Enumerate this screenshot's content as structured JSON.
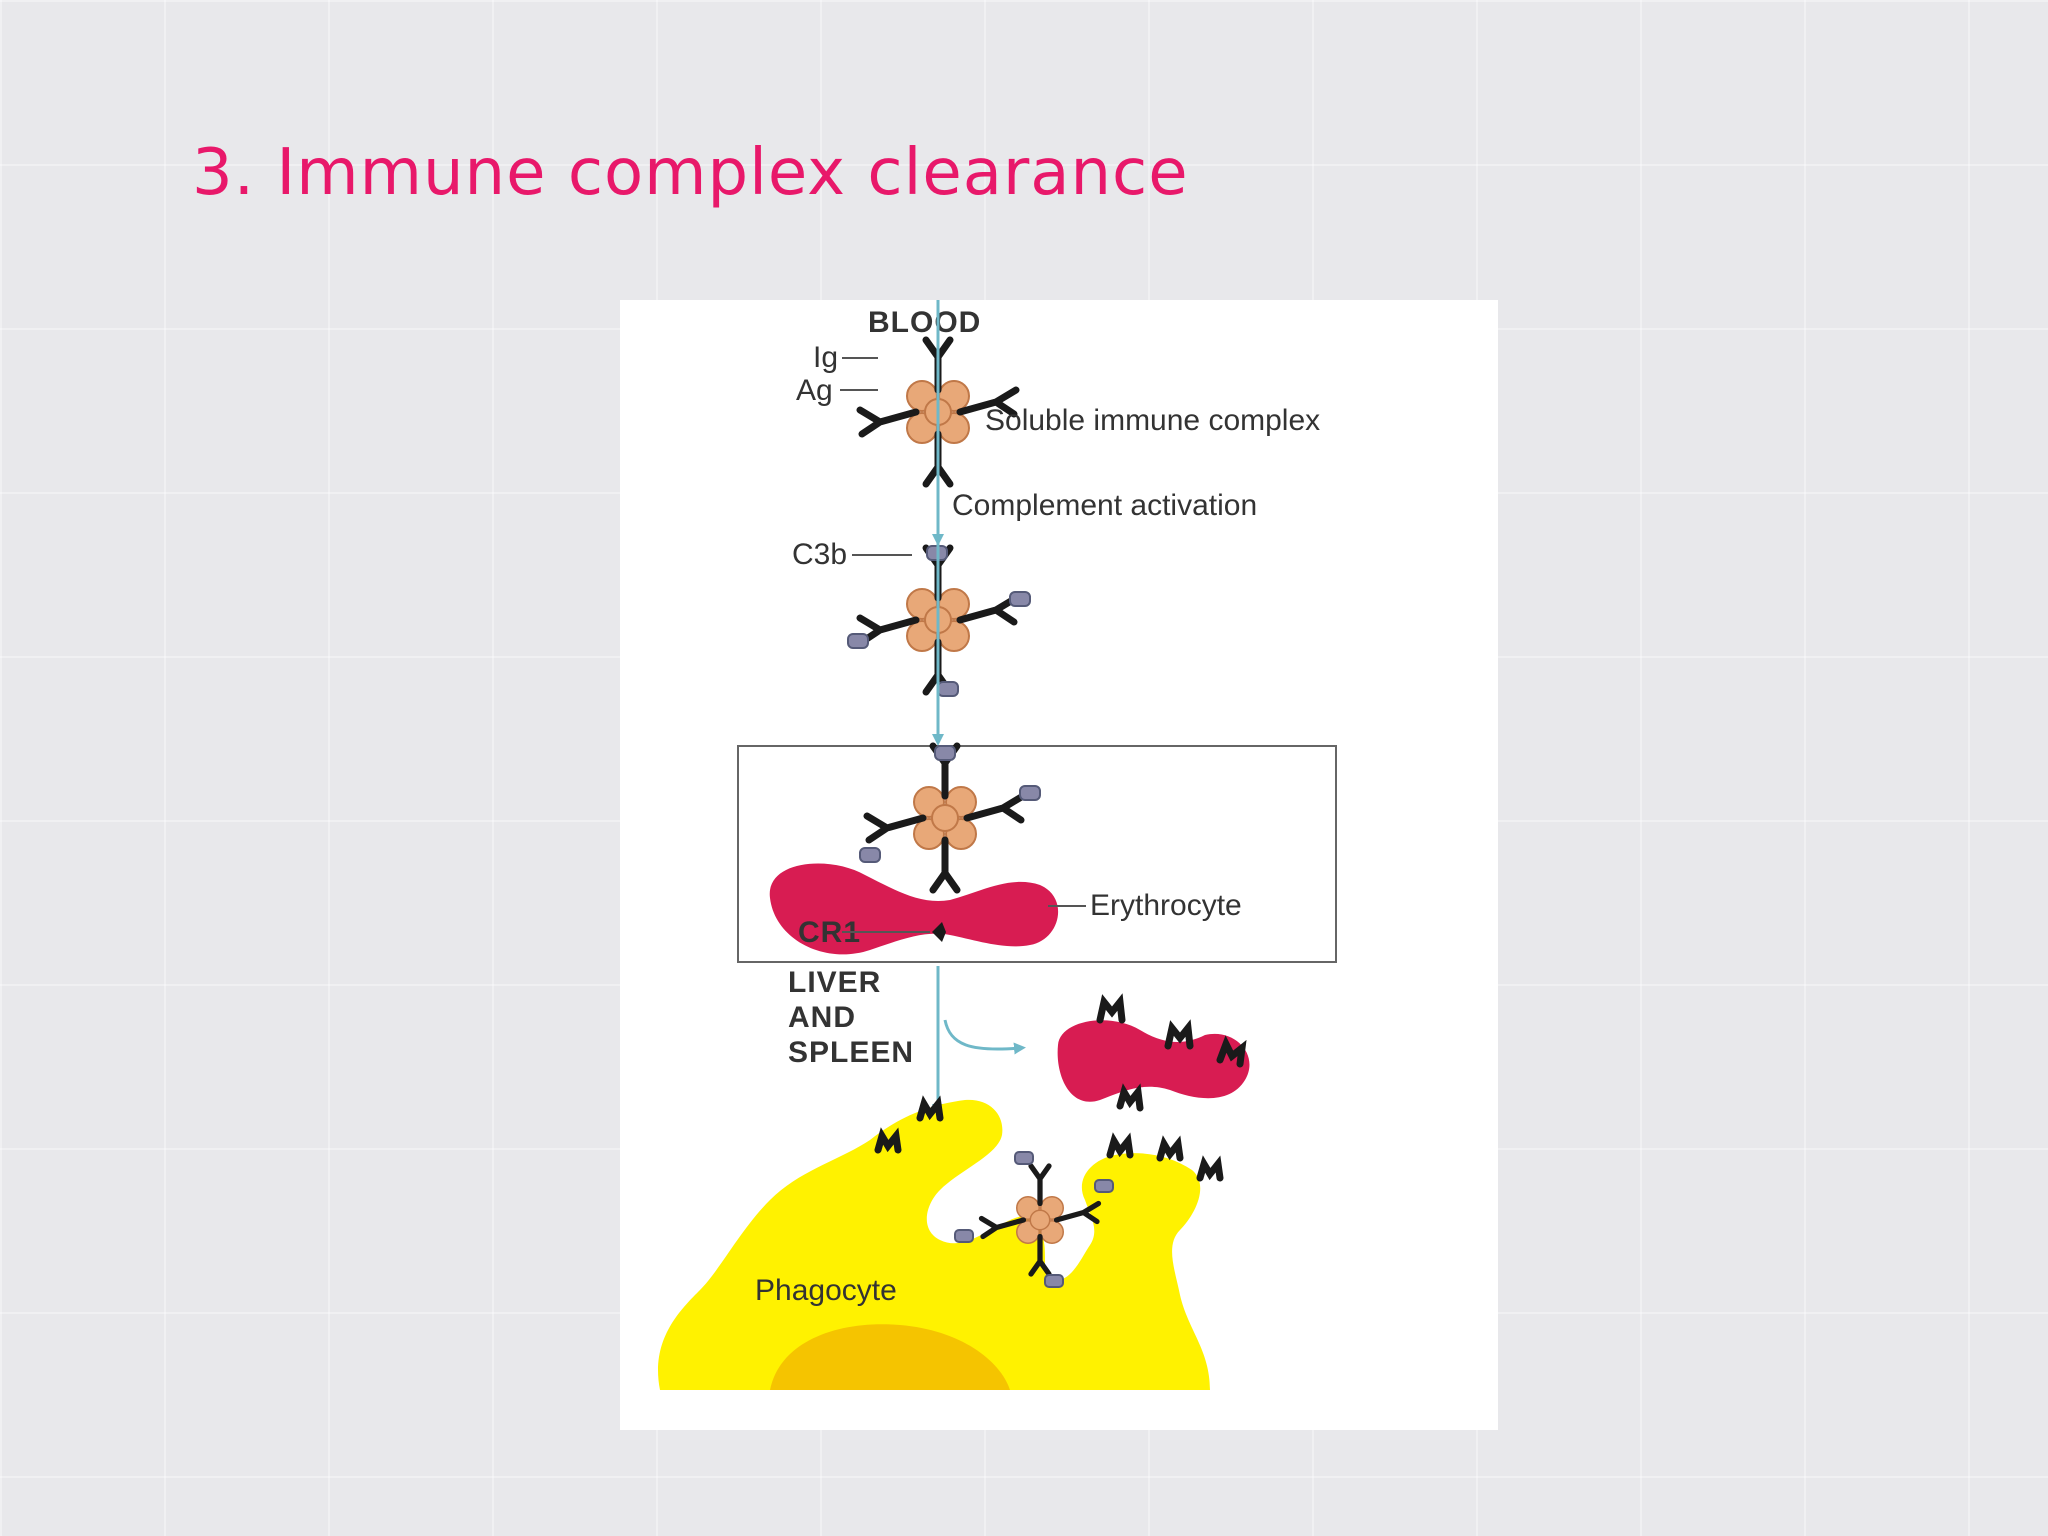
{
  "slide": {
    "title": "3. Immune complex clearance",
    "title_color": "#e8186a",
    "background_color": "#e8e8eb"
  },
  "diagram": {
    "labels": {
      "blood": "BLOOD",
      "ig": "Ig",
      "ag": "Ag",
      "soluble_complex": "Soluble immune complex",
      "complement_activation": "Complement activation",
      "c3b": "C3b",
      "erythrocyte": "Erythrocyte",
      "cr1": "CR1",
      "liver": "LIVER",
      "and": "AND",
      "spleen": "SPLEEN",
      "phagocyte": "Phagocyte"
    },
    "colors": {
      "antibody": "#1a1a1a",
      "antigen": "#e8a878",
      "c3b": "#8888a8",
      "erythrocyte": "#d81c52",
      "phagocyte": "#fff200",
      "nucleus": "#f5c400",
      "arrow": "#6fb8c8"
    }
  }
}
